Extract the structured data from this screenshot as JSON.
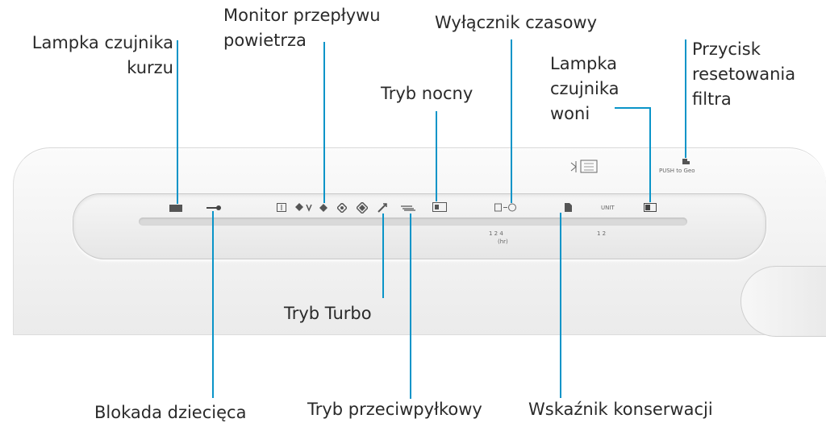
{
  "labels": {
    "dust_sensor_lamp": [
      "Lampka czujnika",
      "kurzu"
    ],
    "airflow_monitor": [
      "Monitor przepływu",
      "powietrza"
    ],
    "night_mode": [
      "Tryb nocny"
    ],
    "timer": [
      "Wyłącznik czasowy"
    ],
    "odor_sensor_lamp": [
      "Lampka",
      "czujnika",
      "woni"
    ],
    "filter_reset_button": [
      "Przycisk",
      "resetowania",
      "filtra"
    ],
    "turbo_mode": [
      "Tryb Turbo"
    ],
    "child_lock": [
      "Blokada dziecięca"
    ],
    "anti_pollen_mode": [
      "Tryb przeciwpyłkowy"
    ],
    "maintenance_indicator": [
      "Wskaźnik konserwacji"
    ]
  },
  "panel": {
    "timer_marks": "1  2  4",
    "timer_unit": "(hr)",
    "odor_marks": "1  2",
    "odor_label": "UNIT",
    "reset_text": "PUSH to Geo"
  },
  "colors": {
    "leader": "#0a94c8",
    "text": "#2a2a2a",
    "device": "#f1f1f1"
  }
}
